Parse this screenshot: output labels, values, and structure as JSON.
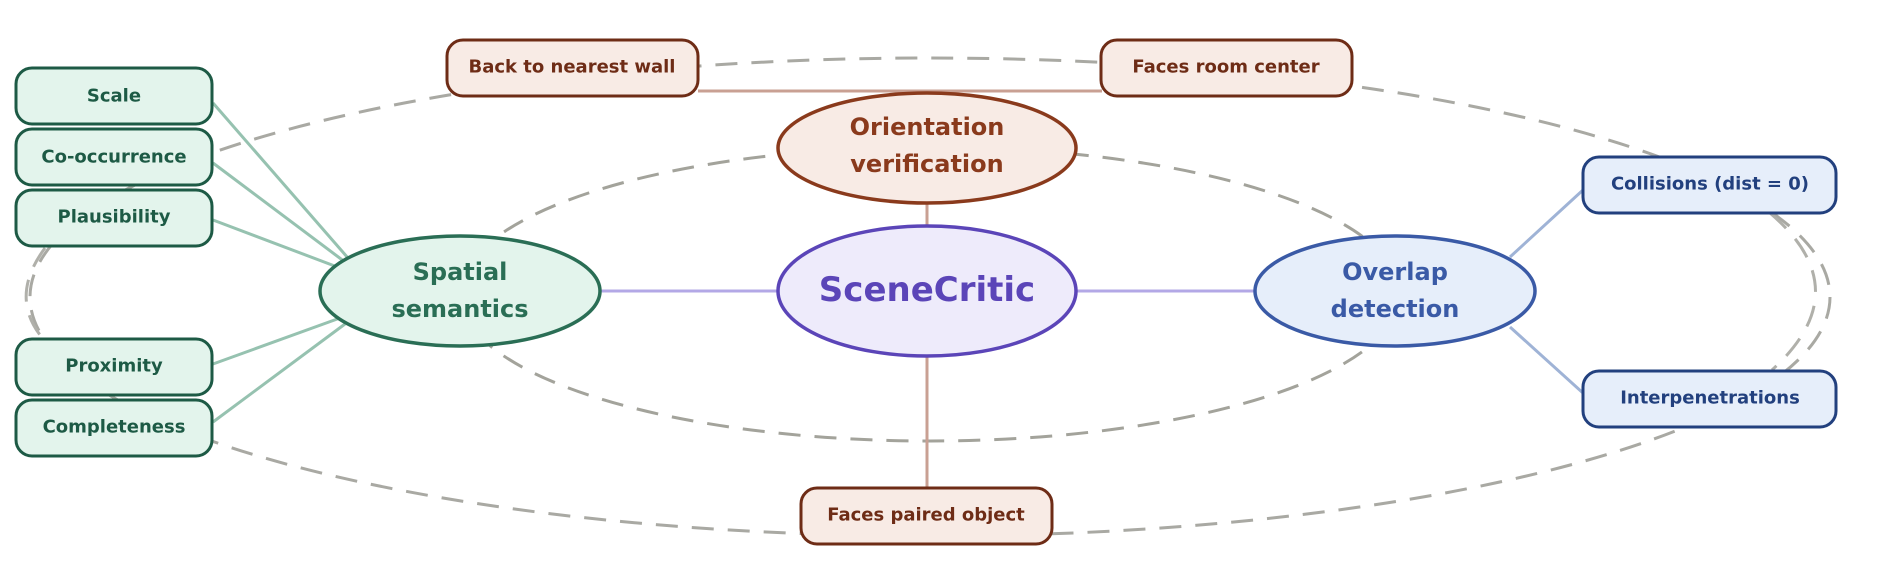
{
  "colors": {
    "center": {
      "fill": "#eeebfb",
      "stroke": "#5b45b8",
      "text": "#5b45b8",
      "edge": "#b3a8e6"
    },
    "semantic": {
      "fill": "#e3f4ec",
      "stroke": "#1d5a45",
      "text": "#1d5a45",
      "hub_stroke": "#2a6e55",
      "hub_text": "#2a6e55",
      "edge": "#96c2b0"
    },
    "orientation": {
      "fill": "#f8ebe5",
      "stroke": "#6e2c16",
      "text": "#6e2c16",
      "hub_stroke": "#8a3a1c",
      "hub_text": "#8a3a1c",
      "edge": "#c9a093"
    },
    "overlap": {
      "fill": "#e6eefa",
      "stroke": "#22407e",
      "text": "#22407e",
      "hub_stroke": "#3a5aa6",
      "hub_text": "#3a5aa6",
      "edge": "#9fb3d6"
    },
    "dashed": "#a9a9a3"
  },
  "center": {
    "label": "SceneCritic"
  },
  "hubs": {
    "semantic": {
      "line1": "Spatial",
      "line2": "semantics"
    },
    "orientation": {
      "line1": "Orientation",
      "line2": "verification"
    },
    "overlap": {
      "line1": "Overlap",
      "line2": "detection"
    }
  },
  "leaves": {
    "semantic": [
      {
        "label": "Scale"
      },
      {
        "label": "Co-occurrence"
      },
      {
        "label": "Plausibility"
      },
      {
        "label": "Proximity"
      },
      {
        "label": "Completeness"
      }
    ],
    "orientation": [
      {
        "label": "Back to nearest wall"
      },
      {
        "label": "Faces room center"
      },
      {
        "label": "Faces paired object"
      }
    ],
    "overlap": [
      {
        "label": "Collisions (dist = 0)"
      },
      {
        "label": "Interpenetrations"
      }
    ]
  }
}
